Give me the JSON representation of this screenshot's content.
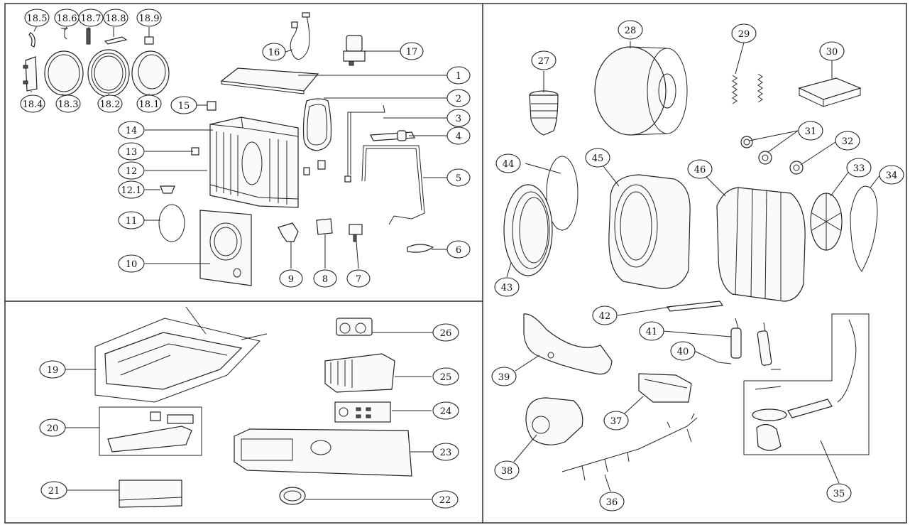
{
  "diagram": {
    "type": "exploded-parts-diagram",
    "colors": {
      "line": "#222222",
      "background": "#ffffff"
    },
    "callouts": [
      {
        "id": "c-18-5",
        "label": "18.5"
      },
      {
        "id": "c-18-6",
        "label": "18.6"
      },
      {
        "id": "c-18-7",
        "label": "18.7"
      },
      {
        "id": "c-18-8",
        "label": "18.8"
      },
      {
        "id": "c-18-9",
        "label": "18.9"
      },
      {
        "id": "c-18-4",
        "label": "18.4"
      },
      {
        "id": "c-18-3",
        "label": "18.3"
      },
      {
        "id": "c-18-2",
        "label": "18.2"
      },
      {
        "id": "c-18-1",
        "label": "18.1"
      },
      {
        "id": "c-16",
        "label": "16"
      },
      {
        "id": "c-17",
        "label": "17"
      },
      {
        "id": "c-1",
        "label": "1"
      },
      {
        "id": "c-2",
        "label": "2"
      },
      {
        "id": "c-3",
        "label": "3"
      },
      {
        "id": "c-4",
        "label": "4"
      },
      {
        "id": "c-5",
        "label": "5"
      },
      {
        "id": "c-6",
        "label": "6"
      },
      {
        "id": "c-7",
        "label": "7"
      },
      {
        "id": "c-8",
        "label": "8"
      },
      {
        "id": "c-9",
        "label": "9"
      },
      {
        "id": "c-10",
        "label": "10"
      },
      {
        "id": "c-11",
        "label": "11"
      },
      {
        "id": "c-12-1",
        "label": "12.1"
      },
      {
        "id": "c-12",
        "label": "12"
      },
      {
        "id": "c-13",
        "label": "13"
      },
      {
        "id": "c-14",
        "label": "14"
      },
      {
        "id": "c-15",
        "label": "15"
      },
      {
        "id": "c-19",
        "label": "19"
      },
      {
        "id": "c-20",
        "label": "20"
      },
      {
        "id": "c-21",
        "label": "21"
      },
      {
        "id": "c-22",
        "label": "22"
      },
      {
        "id": "c-23",
        "label": "23"
      },
      {
        "id": "c-24",
        "label": "24"
      },
      {
        "id": "c-25",
        "label": "25"
      },
      {
        "id": "c-26",
        "label": "26"
      },
      {
        "id": "c-27",
        "label": "27"
      },
      {
        "id": "c-28",
        "label": "28"
      },
      {
        "id": "c-29",
        "label": "29"
      },
      {
        "id": "c-30",
        "label": "30"
      },
      {
        "id": "c-31",
        "label": "31"
      },
      {
        "id": "c-32",
        "label": "32"
      },
      {
        "id": "c-33",
        "label": "33"
      },
      {
        "id": "c-34",
        "label": "34"
      },
      {
        "id": "c-35",
        "label": "35"
      },
      {
        "id": "c-36",
        "label": "36"
      },
      {
        "id": "c-37",
        "label": "37"
      },
      {
        "id": "c-38",
        "label": "38"
      },
      {
        "id": "c-39",
        "label": "39"
      },
      {
        "id": "c-40",
        "label": "40"
      },
      {
        "id": "c-41",
        "label": "41"
      },
      {
        "id": "c-42",
        "label": "42"
      },
      {
        "id": "c-43",
        "label": "43"
      },
      {
        "id": "c-44",
        "label": "44"
      },
      {
        "id": "c-45",
        "label": "45"
      },
      {
        "id": "c-46",
        "label": "46"
      }
    ]
  }
}
